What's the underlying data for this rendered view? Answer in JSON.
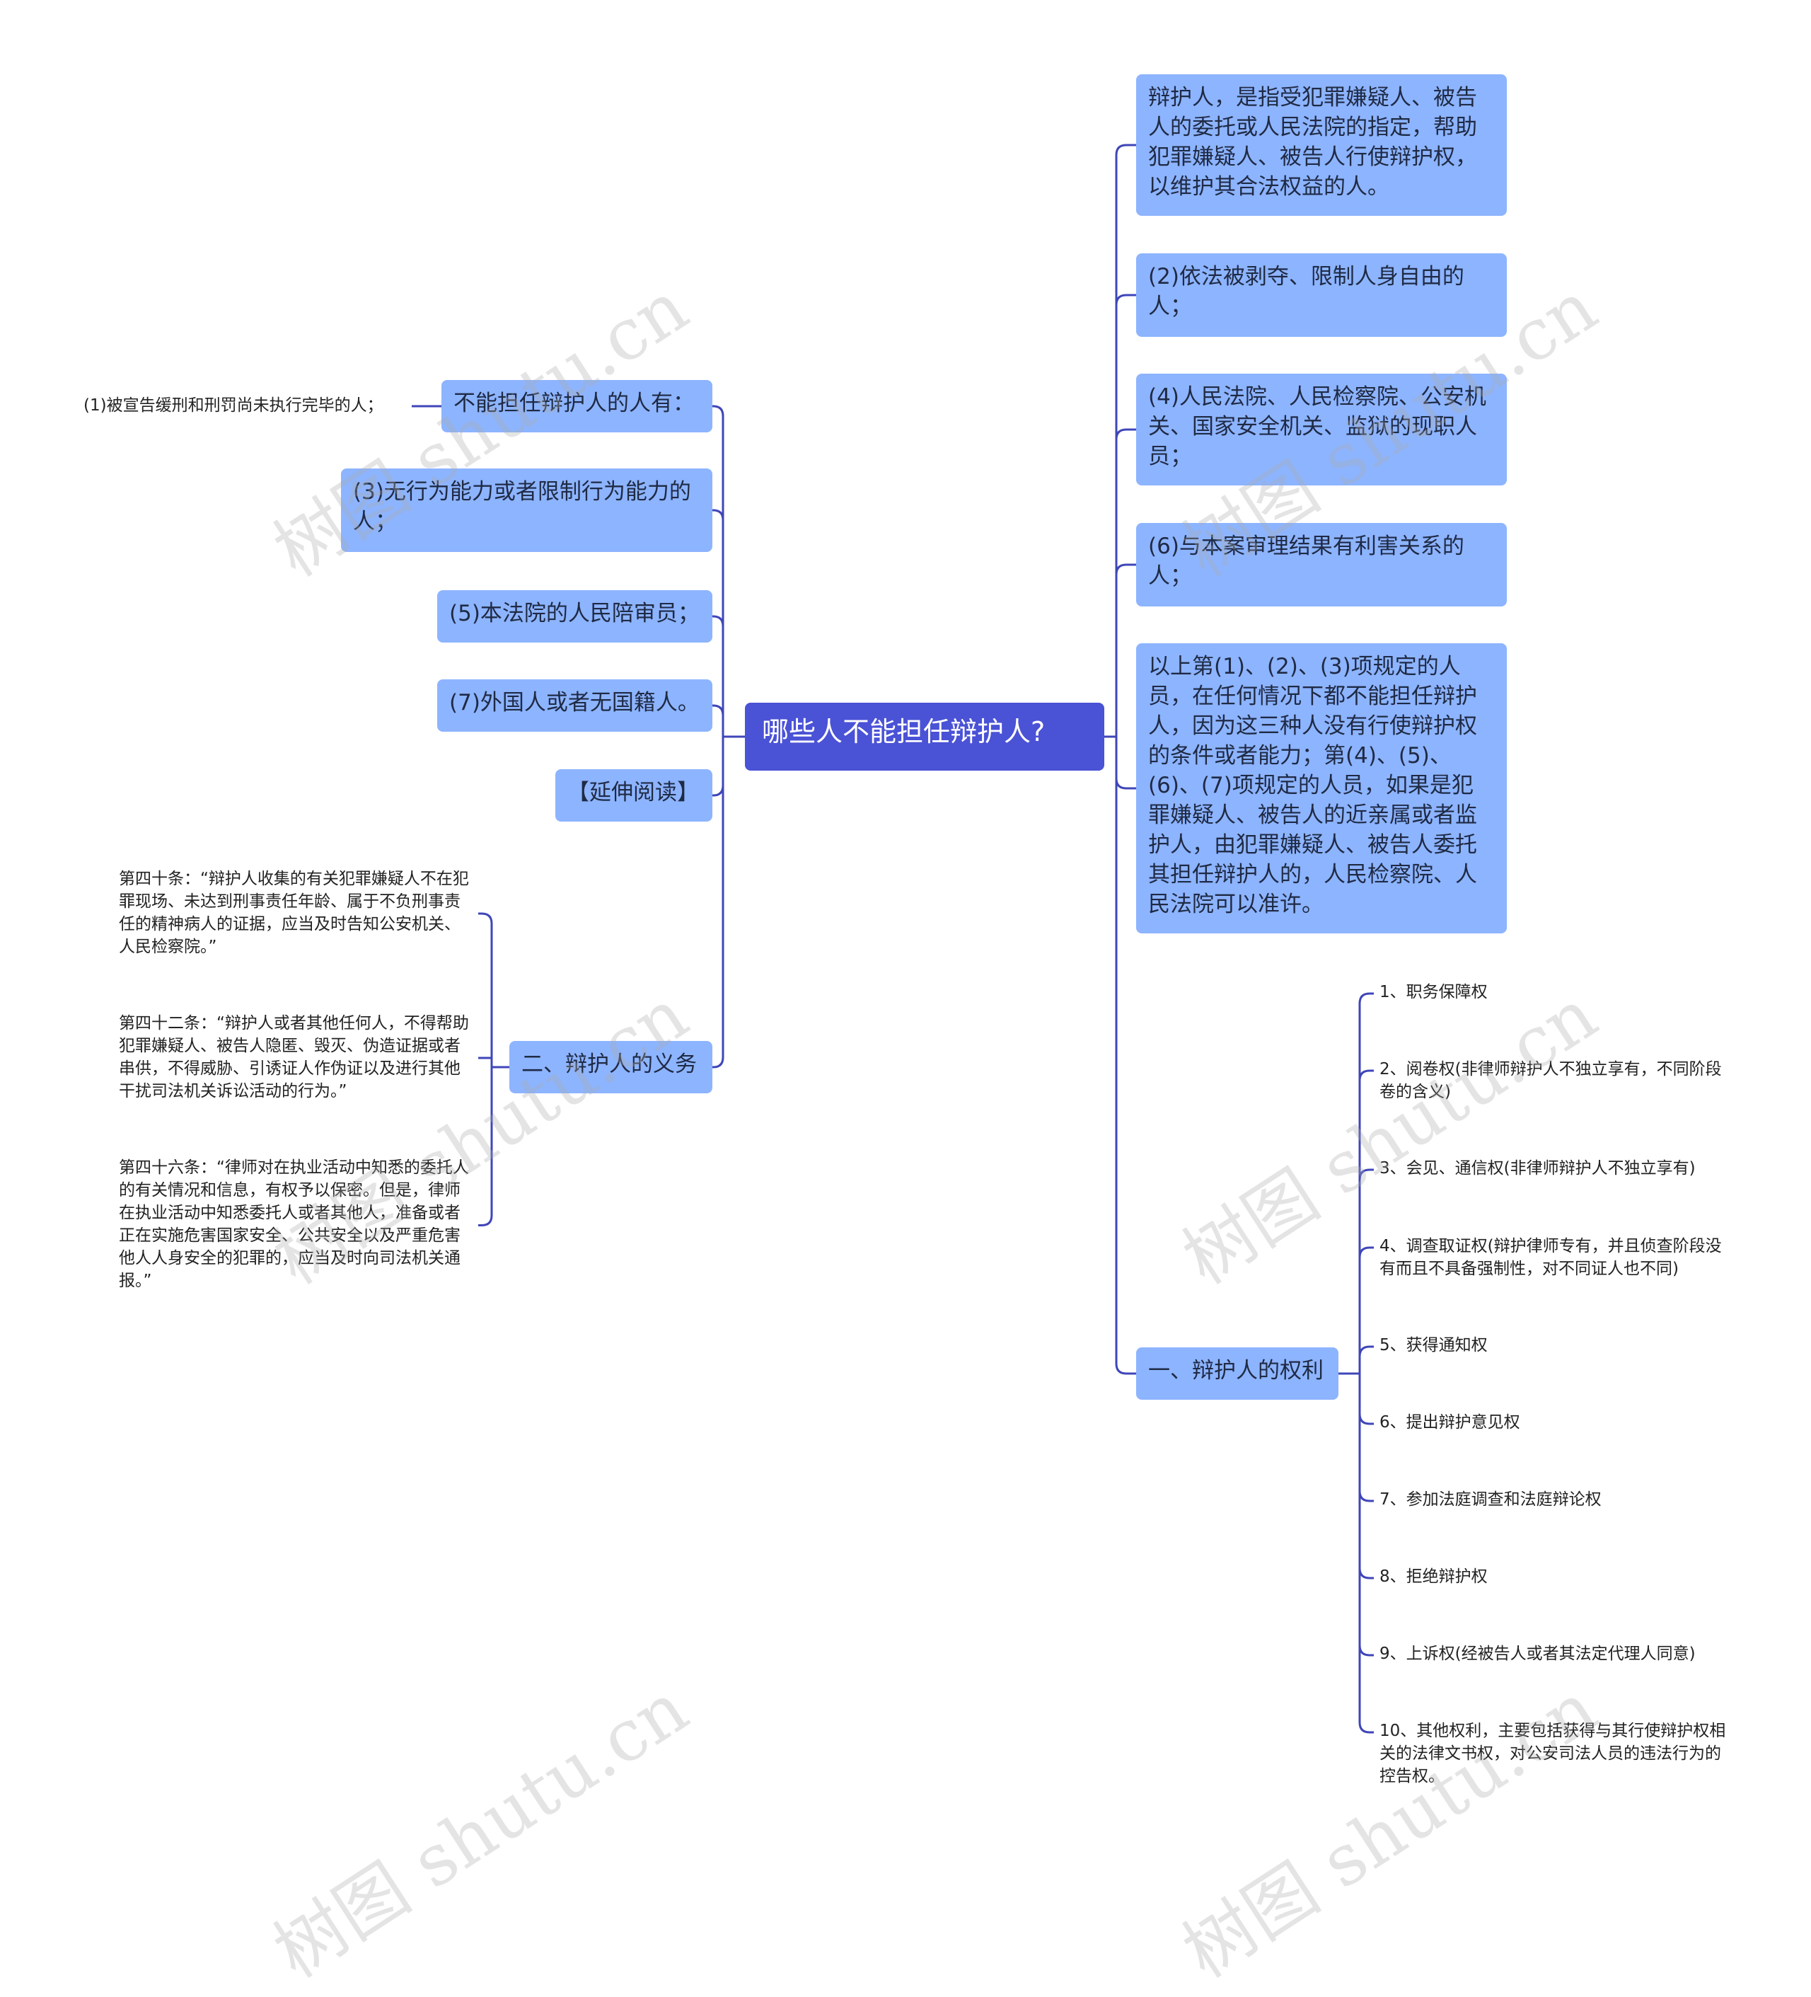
{
  "root": {
    "label": "哪些人不能担任辩护人?"
  },
  "left": {
    "cannot_header": "不能担任辩护人的人有：",
    "cannot_child": "(1)被宣告缓刑和刑罚尚未执行完毕的人；",
    "item3": "(3)无行为能力或者限制行为能力的人；",
    "item5": "(5)本法院的人民陪审员；",
    "item7": "(7)外国人或者无国籍人。",
    "extended": "【延伸阅读】",
    "duties": {
      "label": "二、辩护人的义务",
      "children": [
        "第四十条：“辩护人收集的有关犯罪嫌疑人不在犯罪现场、未达到刑事责任年龄、属于不负刑事责任的精神病人的证据，应当及时告知公安机关、人民检察院。”",
        "第四十二条：“辩护人或者其他任何人，不得帮助犯罪嫌疑人、被告人隐匿、毁灭、伪造证据或者串供，不得威胁、引诱证人作伪证以及进行其他干扰司法机关诉讼活动的行为。”",
        "第四十六条：“律师对在执业活动中知悉的委托人的有关情况和信息，有权予以保密。但是，律师在执业活动中知悉委托人或者其他人，准备或者正在实施危害国家安全、公共安全以及严重危害他人人身安全的犯罪的，应当及时向司法机关通报。”"
      ]
    }
  },
  "right": {
    "definition": "辩护人，是指受犯罪嫌疑人、被告人的委托或人民法院的指定，帮助犯罪嫌疑人、被告人行使辩护权，以维护其合法权益的人。",
    "item2": "(2)依法被剥夺、限制人身自由的人；",
    "item4": "(4)人民法院、人民检察院、公安机关、国家安全机关、监狱的现职人员；",
    "item6": "(6)与本案审理结果有利害关系的人；",
    "summary": "以上第(1)、(2)、(3)项规定的人员，在任何情况下都不能担任辩护人，因为这三种人没有行使辩护权的条件或者能力；第(4)、(5)、(6)、(7)项规定的人员，如果是犯罪嫌疑人、被告人的近亲属或者监护人，由犯罪嫌疑人、被告人委托其担任辩护人的，人民检察院、人民法院可以准许。",
    "rights": {
      "label": "一、辩护人的权利",
      "children": [
        "1、职务保障权",
        "2、阅卷权(非律师辩护人不独立享有，不同阶段卷的含义)",
        "3、会见、通信权(非律师辩护人不独立享有)",
        "4、调查取证权(辩护律师专有，并且侦查阶段没有而且不具备强制性，对不同证人也不同)",
        "5、获得通知权",
        "6、提出辩护意见权",
        "7、参加法庭调查和法庭辩论权",
        "8、拒绝辩护权",
        "9、上诉权(经被告人或者其法定代理人同意)",
        "10、其他权利，主要包括获得与其行使辩护权相关的法律文书权，对公安司法人员的违法行为的控告权。"
      ]
    }
  },
  "watermark": "树图 shutu.cn",
  "colors": {
    "root": "#4a52d6",
    "box": "#8db4ff",
    "line": "#3f46b8"
  }
}
